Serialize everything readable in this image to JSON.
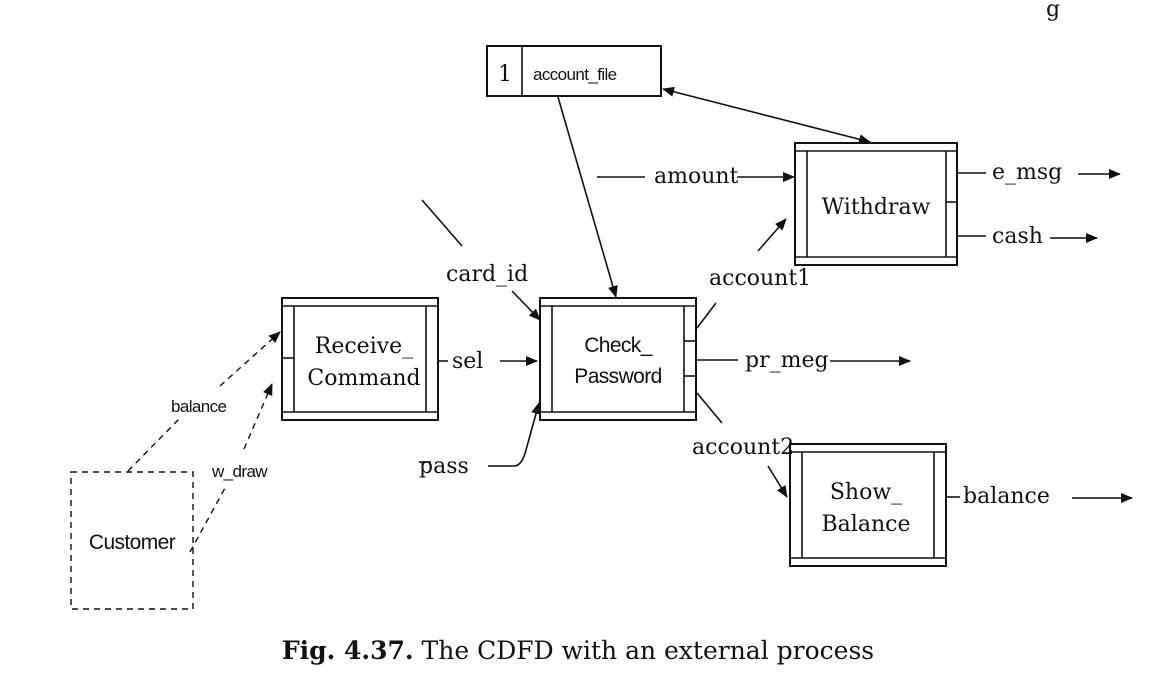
{
  "header_fragment": "g",
  "store": {
    "number": "1",
    "name": "account_file"
  },
  "processes": {
    "withdraw": "Withdraw",
    "receive_command": [
      "Receive_",
      "Command"
    ],
    "check_password": [
      "Check_",
      "Password"
    ],
    "show_balance": [
      "Show_",
      "Balance"
    ]
  },
  "external": {
    "customer": "Customer"
  },
  "flows": {
    "amount": "amount",
    "e_msg": "e_msg",
    "cash": "cash",
    "card_id": "card_id",
    "account1": "account1",
    "sel": "sel",
    "pr_meg": "pr_meg",
    "balance_out": "balance",
    "balance_in": "balance",
    "w_draw": "w_draw",
    "pass": "pass",
    "account2": "account2"
  },
  "caption": {
    "number": "Fig. 4.37.",
    "text": "The CDFD with an external process"
  }
}
